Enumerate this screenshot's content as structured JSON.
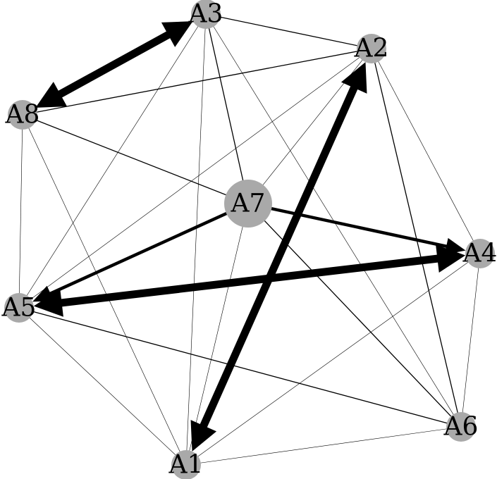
{
  "graph": {
    "node_color": "#a9a9a9",
    "edge_color": "#000000",
    "nodes": [
      {
        "id": "A1",
        "label": "A1",
        "size": "small"
      },
      {
        "id": "A2",
        "label": "A2",
        "size": "small"
      },
      {
        "id": "A3",
        "label": "A3",
        "size": "small"
      },
      {
        "id": "A4",
        "label": "A4",
        "size": "small"
      },
      {
        "id": "A5",
        "label": "A5",
        "size": "small"
      },
      {
        "id": "A6",
        "label": "A6",
        "size": "small"
      },
      {
        "id": "A7",
        "label": "A7",
        "size": "large"
      },
      {
        "id": "A8",
        "label": "A8",
        "size": "small"
      }
    ],
    "edges": [
      {
        "source": "A1",
        "target": "A2",
        "weight": "heavy",
        "directed": "both"
      },
      {
        "source": "A5",
        "target": "A4",
        "weight": "heavy",
        "directed": "both"
      },
      {
        "source": "A3",
        "target": "A8",
        "weight": "heavy",
        "directed": "both"
      },
      {
        "source": "A7",
        "target": "A4",
        "weight": "medium",
        "directed": "forward"
      },
      {
        "source": "A7",
        "target": "A5",
        "weight": "medium",
        "directed": "forward"
      },
      {
        "source": "A3",
        "target": "A2",
        "weight": "light"
      },
      {
        "source": "A8",
        "target": "A2",
        "weight": "light"
      },
      {
        "source": "A3",
        "target": "A7",
        "weight": "light"
      },
      {
        "source": "A3",
        "target": "A1",
        "weight": "thin"
      },
      {
        "source": "A3",
        "target": "A5",
        "weight": "thin"
      },
      {
        "source": "A3",
        "target": "A6",
        "weight": "thin"
      },
      {
        "source": "A2",
        "target": "A6",
        "weight": "light"
      },
      {
        "source": "A2",
        "target": "A4",
        "weight": "thin"
      },
      {
        "source": "A2",
        "target": "A5",
        "weight": "thin"
      },
      {
        "source": "A7",
        "target": "A2",
        "weight": "thin"
      },
      {
        "source": "A8",
        "target": "A5",
        "weight": "thin"
      },
      {
        "source": "A8",
        "target": "A1",
        "weight": "thin"
      },
      {
        "source": "A8",
        "target": "A7",
        "weight": "light"
      },
      {
        "source": "A7",
        "target": "A1",
        "weight": "thin"
      },
      {
        "source": "A7",
        "target": "A6",
        "weight": "light"
      },
      {
        "source": "A5",
        "target": "A6",
        "weight": "light"
      },
      {
        "source": "A5",
        "target": "A1",
        "weight": "thin"
      },
      {
        "source": "A4",
        "target": "A6",
        "weight": "thin"
      },
      {
        "source": "A4",
        "target": "A1",
        "weight": "thin"
      },
      {
        "source": "A1",
        "target": "A6",
        "weight": "thin"
      }
    ]
  }
}
